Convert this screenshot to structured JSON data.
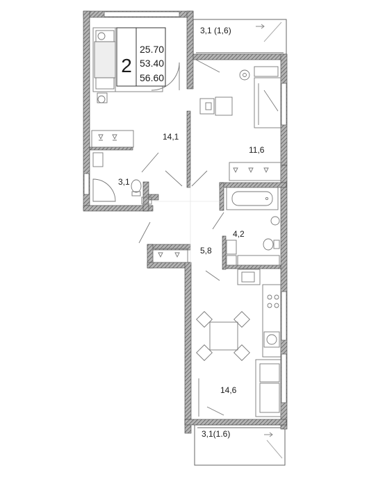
{
  "apartment": {
    "rooms_count": "2",
    "area_living": "25.70",
    "area_total": "53.40",
    "area_with_balcony": "56.60"
  },
  "rooms": {
    "bedroom": "14,1",
    "study": "11,6",
    "bathroom_small": "3,1",
    "bathroom_main": "4,2",
    "hallway": "5,8",
    "kitchen_living": "14,6"
  },
  "balconies": {
    "top": "3,1 (1,6)",
    "bottom": "3,1(1.6)"
  },
  "colors": {
    "wall": "#8a8a8a",
    "wall_hatch": "#5a5a5a",
    "line": "#555555",
    "background": "#ffffff"
  }
}
